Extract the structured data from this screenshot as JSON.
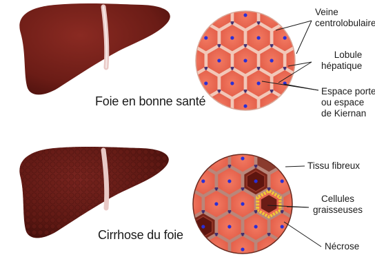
{
  "healthy": {
    "caption": "Foie en bonne santé",
    "labels": {
      "central_vein": [
        "Veine",
        "centrolobulaire"
      ],
      "lobule": [
        "Lobule",
        "hépatique"
      ],
      "portal_space": [
        "Espace porte",
        "ou espace",
        "de Kiernan"
      ]
    }
  },
  "cirrhosis": {
    "caption": "Cirrhose du foie",
    "labels": {
      "fibrous_tissue": [
        "Tissu fibreux"
      ],
      "fat_cells": [
        "Cellules",
        "graisseuses"
      ],
      "necrosis": [
        "Nécrose"
      ]
    }
  },
  "colors": {
    "healthy_liver": "#6b1c16",
    "cirrhotic_liver": "#5a1712",
    "ligament": "#e9c9c6",
    "lobule_fill": "#e8654f",
    "lobule_border": "#f2c7b8",
    "vein_dot": "#2b2fd6",
    "fibrous_tissue": "#8a3b2e",
    "fat": "#f0c63a",
    "necrosis": "#7a2418"
  }
}
